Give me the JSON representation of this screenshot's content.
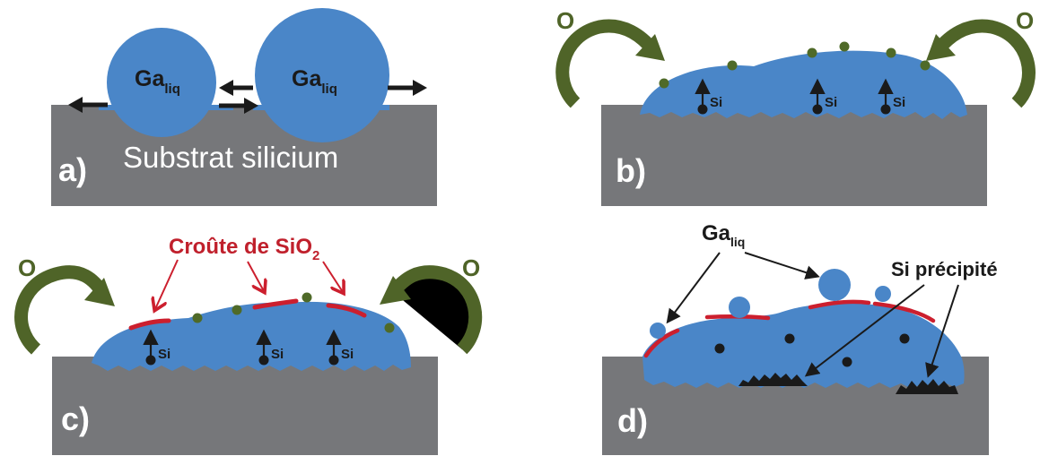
{
  "panels": {
    "a": {
      "label": "a)",
      "substrate_label": "Substrat silicium",
      "droplet_label_main": "Ga",
      "droplet_label_sub": "liq"
    },
    "b": {
      "label": "b)",
      "oxygen_label": "O",
      "si_label": "Si"
    },
    "c": {
      "label": "c)",
      "oxygen_label": "O",
      "si_label": "Si",
      "crust_label_main": "Croûte de SiO",
      "crust_label_sub": "2"
    },
    "d": {
      "label": "d)",
      "galiq_main": "Ga",
      "galiq_sub": "liq",
      "precip_label": "Si précipité"
    }
  },
  "colors": {
    "substrate": "#76777a",
    "droplet": "#4a86c8",
    "oxygen_arrow": "#4f6428",
    "oxygen_dot": "#4f6a28",
    "crust": "#cc1f2e",
    "crust_text": "#c0202c",
    "ink": "#1a1a1a",
    "label_white": "#ffffff"
  }
}
